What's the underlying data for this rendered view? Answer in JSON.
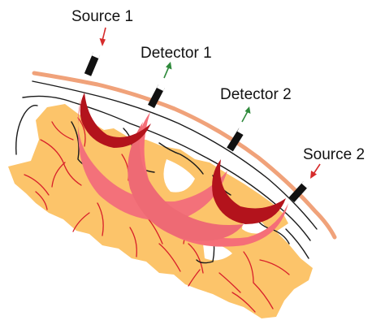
{
  "labels": {
    "source1": "Source 1",
    "detector1": "Detector 1",
    "detector2": "Detector 2",
    "source2": "Source 2"
  },
  "colors": {
    "skin_line": "#f0a27a",
    "fat_tissue": "#fcc46a",
    "vessels": "#d8202a",
    "outer_curve": "#1a1a1a",
    "probe": "#111111",
    "light_banana_outer": "#f3717a",
    "light_banana_inner": "#b3131c",
    "source_arrow": "#d62b2b",
    "detector_arrow": "#2f8a3c"
  },
  "icons": {
    "source_marker": "red-down-arrow",
    "detector_marker": "green-up-arrow"
  }
}
